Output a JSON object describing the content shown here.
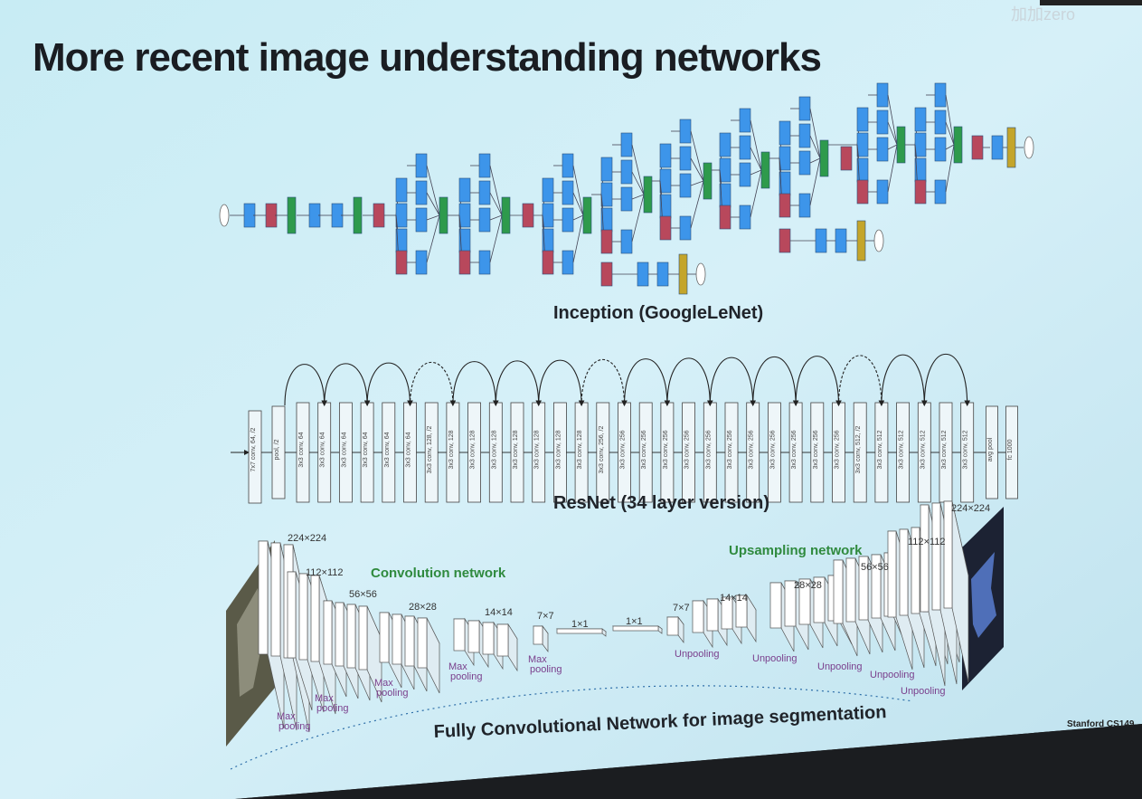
{
  "slide": {
    "title": "More recent image understanding networks",
    "credit": "Stanford CS149",
    "watermark": "加加zero"
  },
  "inception": {
    "caption": "Inception (GoogleLeNet)",
    "colors": {
      "conv": "#3d95ea",
      "pool": "#b8485c",
      "concat": "#2e9a4c",
      "softmax": "#c4a52a"
    }
  },
  "resnet": {
    "caption": "ResNet (34 layer version)",
    "layers": [
      "7x7 conv, 64, /2",
      "pool, /2",
      "3x3 conv, 64",
      "3x3 conv, 64",
      "3x3 conv, 64",
      "3x3 conv, 64",
      "3x3 conv, 64",
      "3x3 conv, 64",
      "3x3 conv, 128, /2",
      "3x3 conv, 128",
      "3x3 conv, 128",
      "3x3 conv, 128",
      "3x3 conv, 128",
      "3x3 conv, 128",
      "3x3 conv, 128",
      "3x3 conv, 128",
      "3x3 conv, 256, /2",
      "3x3 conv, 256",
      "3x3 conv, 256",
      "3x3 conv, 256",
      "3x3 conv, 256",
      "3x3 conv, 256",
      "3x3 conv, 256",
      "3x3 conv, 256",
      "3x3 conv, 256",
      "3x3 conv, 256",
      "3x3 conv, 256",
      "3x3 conv, 256",
      "3x3 conv, 512, /2",
      "3x3 conv, 512",
      "3x3 conv, 512",
      "3x3 conv, 512",
      "3x3 conv, 512",
      "3x3 conv, 512",
      "avg pool",
      "fc 1000"
    ]
  },
  "fcn": {
    "caption": "Fully Convolutional Network for image segmentation",
    "conv_label": "Convolution network",
    "up_label": "Upsampling network",
    "sizes_down": [
      "224×224",
      "112×112",
      "56×56",
      "28×28",
      "14×14",
      "7×7",
      "1×1"
    ],
    "sizes_up": [
      "1×1",
      "7×7",
      "14×14",
      "28×28",
      "56×56",
      "112×112",
      "224×224"
    ],
    "pool_label": "Max pooling",
    "unpool_label": "Unpooling"
  }
}
